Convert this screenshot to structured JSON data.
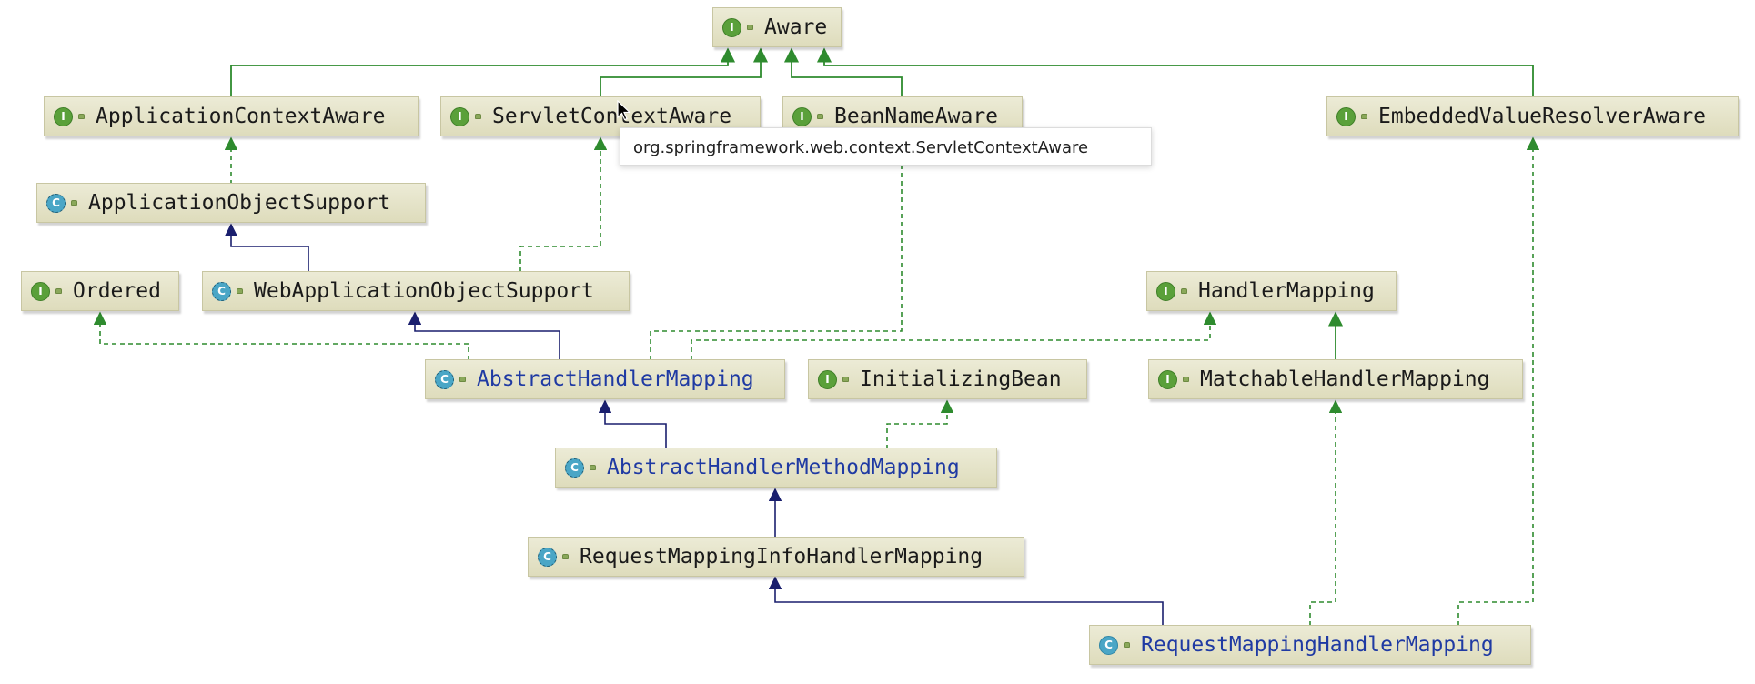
{
  "diagram": {
    "nodes": {
      "aware": {
        "label": "Aware",
        "icon": "interface-icon"
      },
      "application_context_aware": {
        "label": "ApplicationContextAware",
        "icon": "interface-icon"
      },
      "servlet_context_aware": {
        "label": "ServletContextAware",
        "icon": "interface-icon"
      },
      "bean_name_aware": {
        "label": "BeanNameAware",
        "icon": "interface-icon"
      },
      "embedded_value_resolver_aware": {
        "label": "EmbeddedValueResolverAware",
        "icon": "interface-icon"
      },
      "application_object_support": {
        "label": "ApplicationObjectSupport",
        "icon": "abstract-class-icon"
      },
      "ordered": {
        "label": "Ordered",
        "icon": "interface-icon"
      },
      "web_application_object_support": {
        "label": "WebApplicationObjectSupport",
        "icon": "abstract-class-icon"
      },
      "handler_mapping": {
        "label": "HandlerMapping",
        "icon": "interface-icon"
      },
      "abstract_handler_mapping": {
        "label": "AbstractHandlerMapping",
        "icon": "abstract-class-icon"
      },
      "initializing_bean": {
        "label": "InitializingBean",
        "icon": "interface-icon"
      },
      "matchable_handler_mapping": {
        "label": "MatchableHandlerMapping",
        "icon": "interface-icon"
      },
      "abstract_handler_method_mapping": {
        "label": "AbstractHandlerMethodMapping",
        "icon": "abstract-class-icon"
      },
      "request_mapping_info_handler_mapping": {
        "label": "RequestMappingInfoHandlerMapping",
        "icon": "abstract-class-icon"
      },
      "request_mapping_handler_mapping": {
        "label": "RequestMappingHandlerMapping",
        "icon": "class-icon"
      }
    },
    "tooltip": "org.springframework.web.context.ServletContextAware",
    "colors": {
      "interface_inheritance": "#2e8b2e",
      "class_inheritance": "#1a1f6e",
      "abstract_name": "#1f3aa3",
      "node_fill": "#e4e2c6"
    }
  }
}
